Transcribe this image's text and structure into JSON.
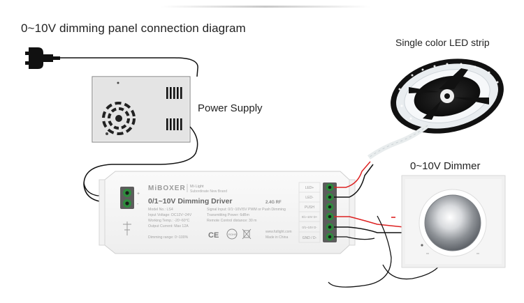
{
  "diagram": {
    "title": "0~10V dimming panel connection diagram",
    "labels": {
      "power_supply": "Power Supply",
      "led_strip": "Single color LED strip",
      "dimmer": "0~10V Dimmer"
    },
    "driver": {
      "brand": "MiBOXER",
      "brand_sub_1": "Mi·Light",
      "brand_sub_2": "Subordinate New Brand",
      "name": "0/1~10V Dimming Driver",
      "rf": "2.4G RF",
      "specs_left": [
        "Model No.: LS4",
        "Input Voltage: DC12V~24V",
        "Working Temp.: -20~60°C",
        "Output Current: Max 12A",
        "Dimming range: 0~100%"
      ],
      "specs_right": [
        "Signal Input: 0/1~10V/5V PWM or Push Dimming",
        "Transmitting Power: 6dBm",
        "Remote Control distance: 30 m"
      ],
      "website": "www.futlight.com",
      "made_in": "Made in China",
      "terminals": [
        "LED+",
        "LED-",
        "PUSH",
        "0/1~10V D+",
        "0/1~10V D-",
        "GND / D-"
      ],
      "left_terminals": [
        "+",
        "-"
      ],
      "cert_marks": [
        "CE",
        "ROHS"
      ]
    }
  }
}
